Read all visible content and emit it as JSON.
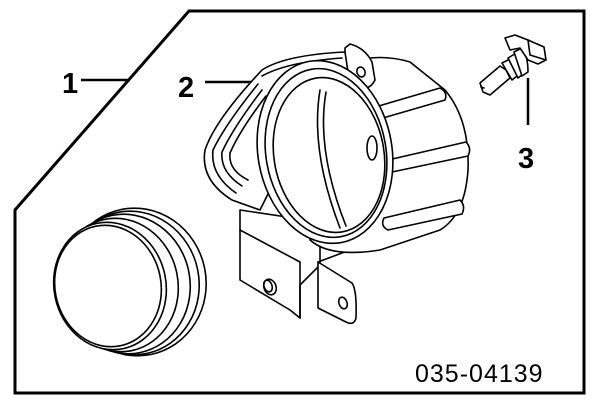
{
  "diagram": {
    "type": "exploded-parts-diagram",
    "subject": "fog lamp assembly",
    "reference_code": "035-04139",
    "frame": {
      "stroke_color": "#000000",
      "background": "#ffffff"
    },
    "callouts": [
      {
        "number": "1",
        "label_text": "1",
        "part": "fog lamp lens / front cover"
      },
      {
        "number": "2",
        "label_text": "2",
        "part": "fog lamp housing with mounting bracket"
      },
      {
        "number": "3",
        "label_text": "3",
        "part": "bulb"
      }
    ]
  }
}
